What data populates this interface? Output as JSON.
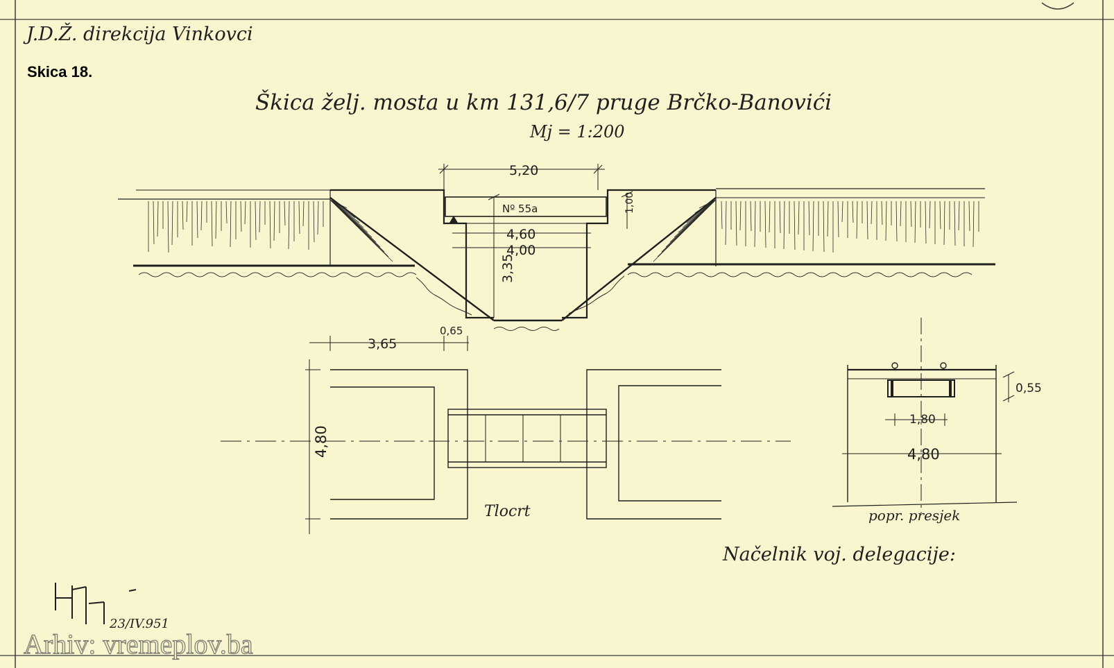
{
  "header": {
    "institution": "J.D.Ž. direkcija Vinkovci",
    "sketch_number": "Skica 18."
  },
  "title": {
    "main": "Škica želj. mosta u km 131,6/7 pruge Brčko-Banovići",
    "scale": "Mj = 1:200"
  },
  "elevation": {
    "span_dim": "5,20",
    "beam_label": "Nº 55a",
    "beam_height_dim": "1,00",
    "opening_dim_1": "4,60",
    "opening_dim_2": "4,00",
    "height_dim": "3,35"
  },
  "plan": {
    "abutment_length_dim": "3,65",
    "abutment_width_dim": "0,65",
    "width_dim": "4,80",
    "label": "Tlocrt"
  },
  "cross_section": {
    "height_dim": "0,55",
    "rail_gauge_dim": "1,80",
    "width_dim": "4,80",
    "label": "popr. presjek"
  },
  "signature": {
    "role": "Načelnik voj. delegacije:",
    "date": "23/IV.951"
  },
  "watermark": "Arhiv: vremeplov.ba",
  "colors": {
    "paper": "#f9f6cf",
    "ink": "#1f1f1f"
  }
}
